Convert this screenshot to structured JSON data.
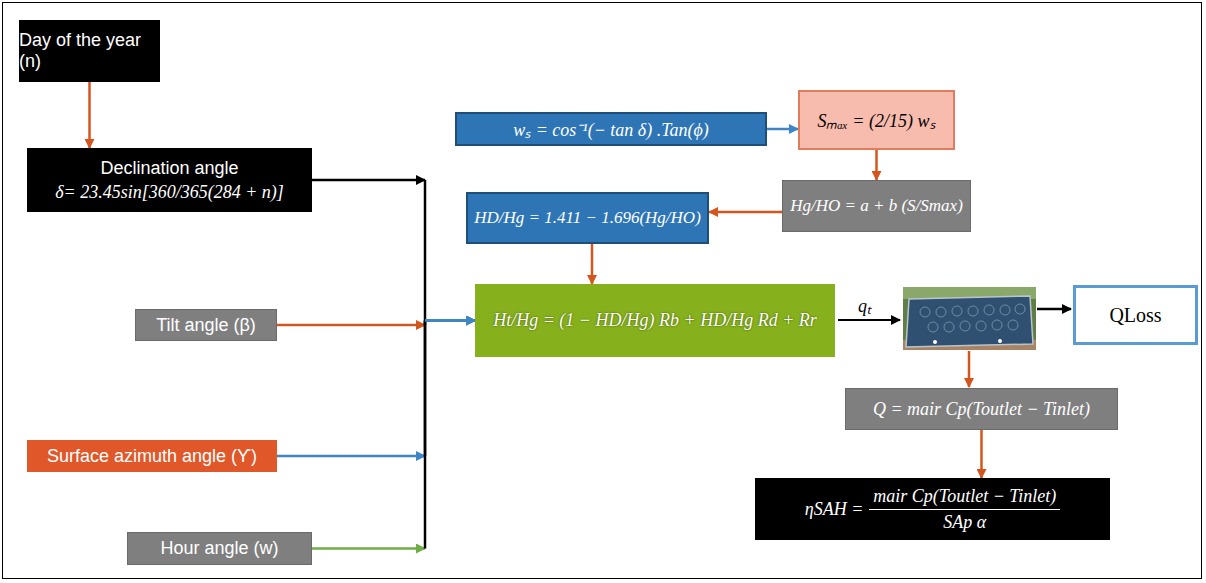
{
  "diagram": {
    "nodes": [
      {
        "text": [
          "Day of the year (n)"
        ]
      },
      {
        "text": [
          "Declination angle",
          "δ= 23.45sin[360/365(284 + n)]"
        ]
      },
      {
        "text": [
          "Tilt angle (β)"
        ]
      },
      {
        "text": [
          "Surface azimuth angle (ϒ)"
        ]
      },
      {
        "text": [
          "Hour angle (w)"
        ]
      },
      {
        "text": [
          "wₛ = cos⁻¹(− tan δ) .Tan(ϕ)"
        ]
      },
      {
        "text": [
          "Sₘₐₓ = (2/15) wₛ"
        ]
      },
      {
        "text": [
          "Hg/HO = a + b (S/Smax)"
        ]
      },
      {
        "text": [
          "HD/Hg = 1.411 − 1.696(Hg/HO)"
        ]
      },
      {
        "text": [
          "Ht/Hg = (1 − HD/Hg) Rb + HD/Hg Rd + Rr"
        ]
      },
      {
        "text": [
          "QLoss"
        ]
      },
      {
        "text": [
          "Q = mair Cp(Toutlet − Tinlet)"
        ]
      },
      {
        "text": [
          "ηSAH =",
          "mair Cp(Toutlet − Tinlet)",
          "SAp α"
        ]
      }
    ],
    "edges": [
      {
        "from": 0,
        "to": 1,
        "arrow": "to"
      },
      {
        "from": 1,
        "to": 9,
        "arrow": "to"
      },
      {
        "from": 2,
        "to": 9,
        "arrow": "to"
      },
      {
        "from": 3,
        "to": 9,
        "arrow": "to"
      },
      {
        "from": 4,
        "to": 9,
        "arrow": "to"
      },
      {
        "from": 5,
        "to": 6,
        "arrow": "to"
      },
      {
        "from": 6,
        "to": 7,
        "arrow": "to"
      },
      {
        "from": 7,
        "to": 8,
        "arrow": "to"
      },
      {
        "from": 8,
        "to": 9,
        "arrow": "to"
      },
      {
        "from": 11,
        "to": 12,
        "arrow": "to"
      }
    ],
    "labels": [
      "qₜ"
    ]
  }
}
